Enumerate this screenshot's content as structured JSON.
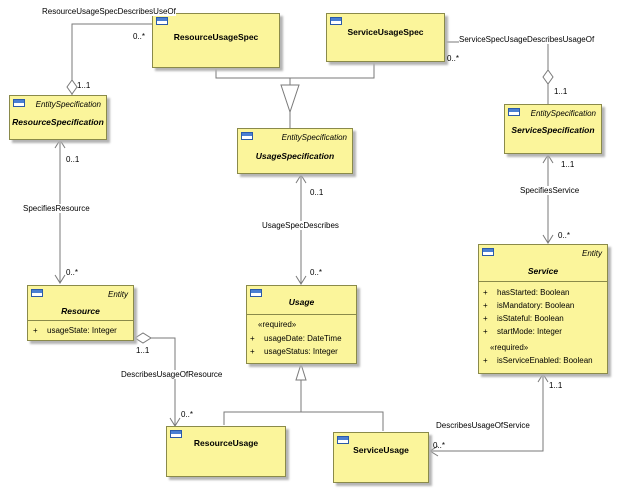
{
  "classes": {
    "resource_usage_spec": {
      "name": "ResourceUsageSpec"
    },
    "service_usage_spec": {
      "name": "ServiceUsageSpec"
    },
    "resource_specification": {
      "stereotype": "EntitySpecification",
      "name": "ResourceSpecification"
    },
    "usage_specification": {
      "stereotype": "EntitySpecification",
      "name": "UsageSpecification"
    },
    "service_specification": {
      "stereotype": "EntitySpecification",
      "name": "ServiceSpecification"
    },
    "resource": {
      "stereotype": "Entity",
      "name": "Resource",
      "attributes": [
        {
          "vis": "+",
          "text": "usageState: Integer"
        }
      ]
    },
    "usage": {
      "name": "Usage",
      "required_label": "«required»",
      "attributes": [
        {
          "vis": "+",
          "text": "usageDate: DateTime"
        },
        {
          "vis": "+",
          "text": "usageStatus: Integer"
        }
      ]
    },
    "service": {
      "stereotype": "Entity",
      "name": "Service",
      "attributes": [
        {
          "vis": "+",
          "text": "hasStarted: Boolean"
        },
        {
          "vis": "+",
          "text": "isMandatory: Boolean"
        },
        {
          "vis": "+",
          "text": "isStateful: Boolean"
        },
        {
          "vis": "+",
          "text": "startMode: Integer"
        }
      ],
      "required_label": "«required»",
      "required_attributes": [
        {
          "vis": "+",
          "text": "isServiceEnabled: Boolean"
        }
      ]
    },
    "resource_usage": {
      "name": "ResourceUsage"
    },
    "service_usage": {
      "name": "ServiceUsage"
    }
  },
  "associations": {
    "resource_usage_spec_describes_use_of": "ResourceUsageSpecDescribesUseOf",
    "service_spec_usage_describes_usage_of": "ServiceSpecUsageDescribesUsageOf",
    "specifies_resource": "SpecifiesResource",
    "usage_spec_describes": "UsageSpecDescribes",
    "specifies_service": "SpecifiesService",
    "describes_usage_of_resource": "DescribesUsageOfResource",
    "describes_usage_of_service": "DescribesUsageOfService"
  },
  "multiplicities": {
    "m0_to_many": "0..*",
    "m0_to_1": "0..1",
    "m1_to_1": "1..1"
  }
}
